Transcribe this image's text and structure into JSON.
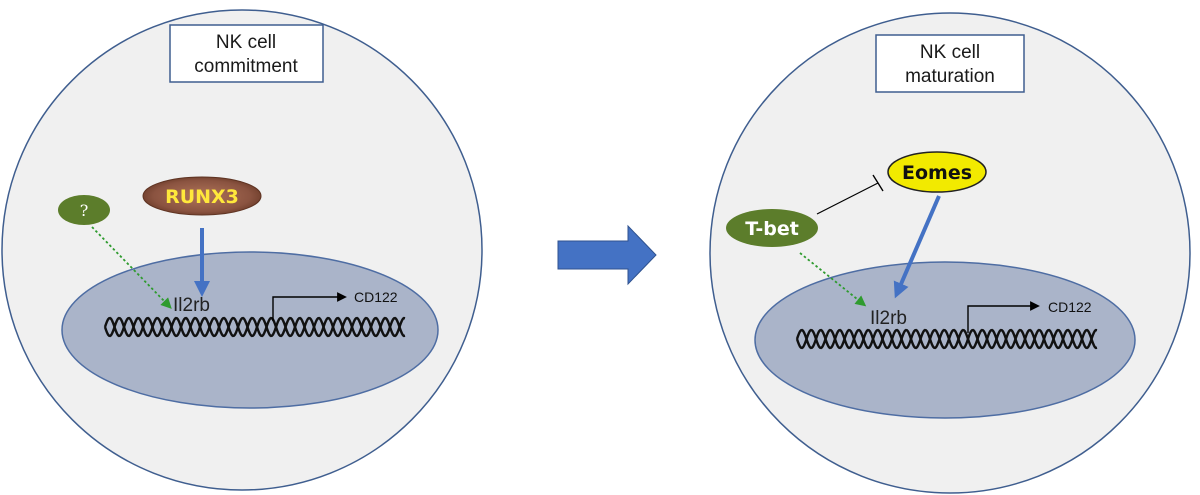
{
  "panels": [
    {
      "stage_label_line1": "NK cell",
      "stage_label_line2": "commitment",
      "gene_label": "Il2rb",
      "product_label": "CD122",
      "factors": [
        {
          "label": "RUNX3",
          "effect": "activates"
        },
        {
          "label": "?",
          "effect": "activates"
        }
      ]
    },
    {
      "stage_label_line1": "NK cell",
      "stage_label_line2": "maturation",
      "gene_label": "Il2rb",
      "product_label": "CD122",
      "factors": [
        {
          "label": "Eomes",
          "effect": "activates"
        },
        {
          "label": "T-bet",
          "effect": "activates; inhibits Eomes"
        }
      ]
    }
  ],
  "colors": {
    "cell_fill": "#f0f0f0",
    "cell_border": "#3f5e8f",
    "nucleus_fill": "#aab4c9",
    "nucleus_border": "#4e6da3",
    "runx3_fill": "#8a5340",
    "runx3_text": "#ffe83b",
    "green_factor": "#5c7d2b",
    "eomes_fill": "#f2ea00",
    "arrow_blue": "#4472c4",
    "dotted_green": "#2f9b2f"
  }
}
